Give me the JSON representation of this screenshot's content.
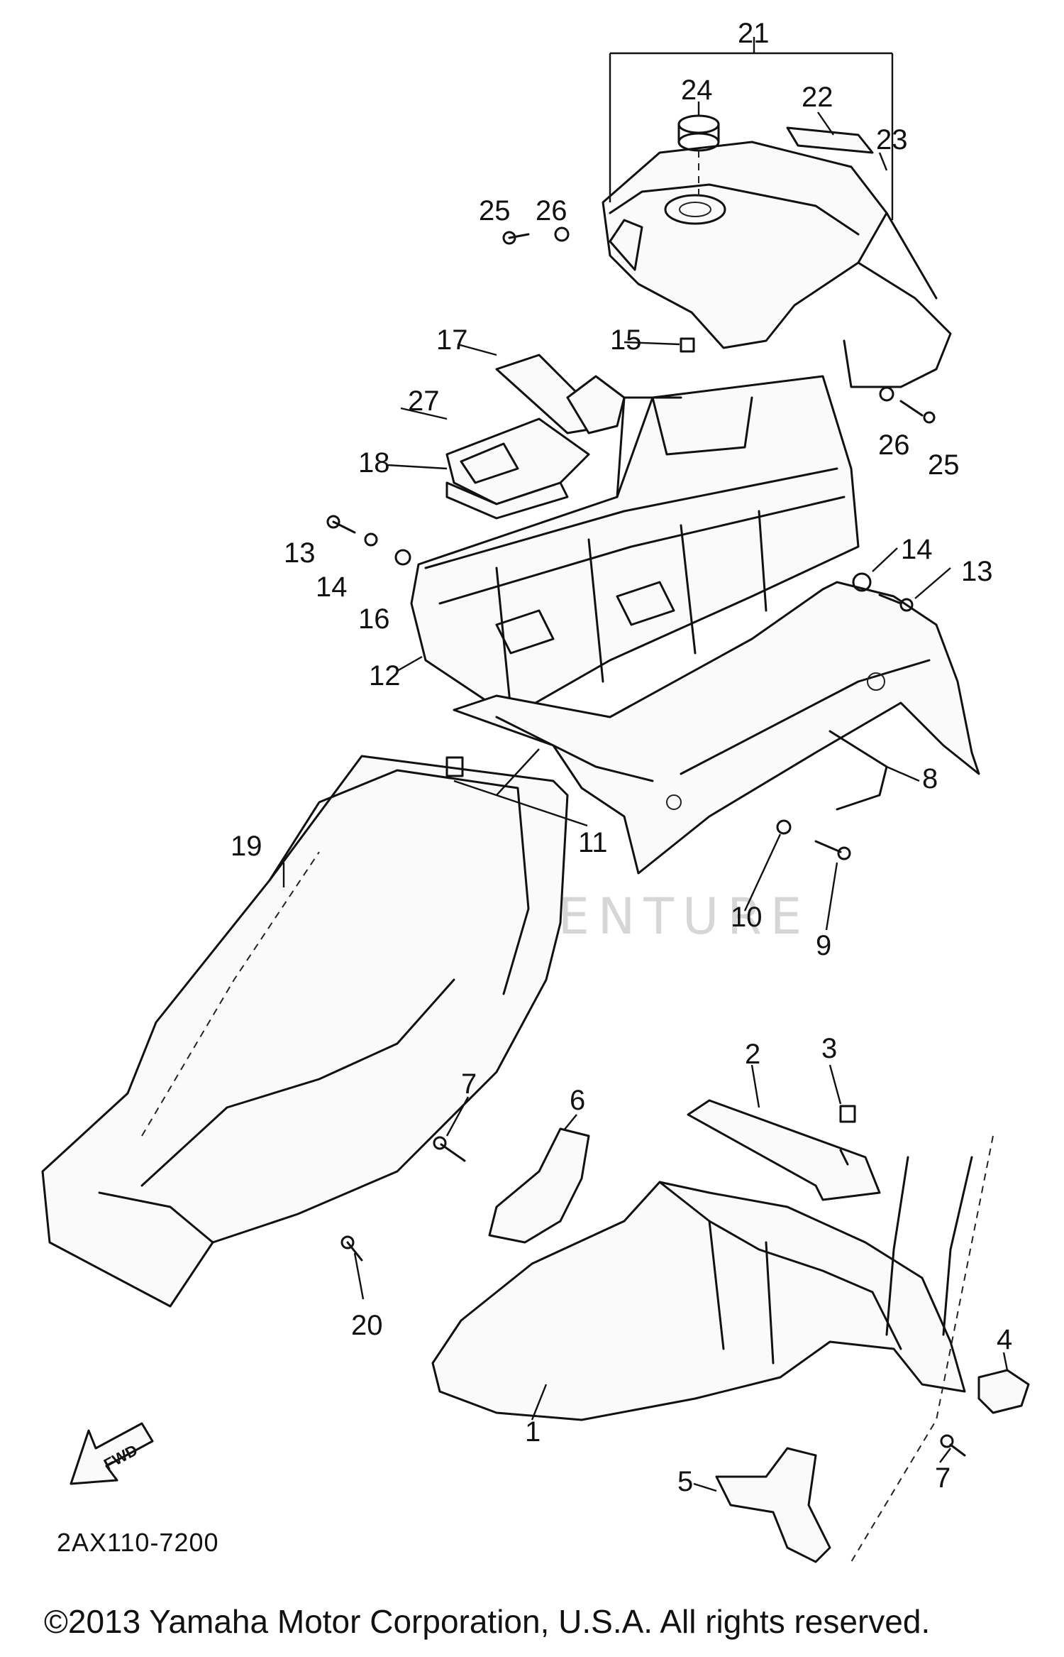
{
  "diagram": {
    "part_code": "2AX110-7200",
    "copyright": "©2013 Yamaha Motor Corporation, U.S.A. All rights reserved.",
    "watermark": "LEADVENTURE",
    "direction_marker": "FWD",
    "callouts": [
      "1",
      "2",
      "3",
      "4",
      "5",
      "6",
      "7",
      "7",
      "8",
      "9",
      "10",
      "11",
      "12",
      "13",
      "13",
      "14",
      "14",
      "15",
      "16",
      "17",
      "18",
      "19",
      "20",
      "21",
      "22",
      "23",
      "24",
      "25",
      "25",
      "26",
      "26",
      "27"
    ]
  }
}
